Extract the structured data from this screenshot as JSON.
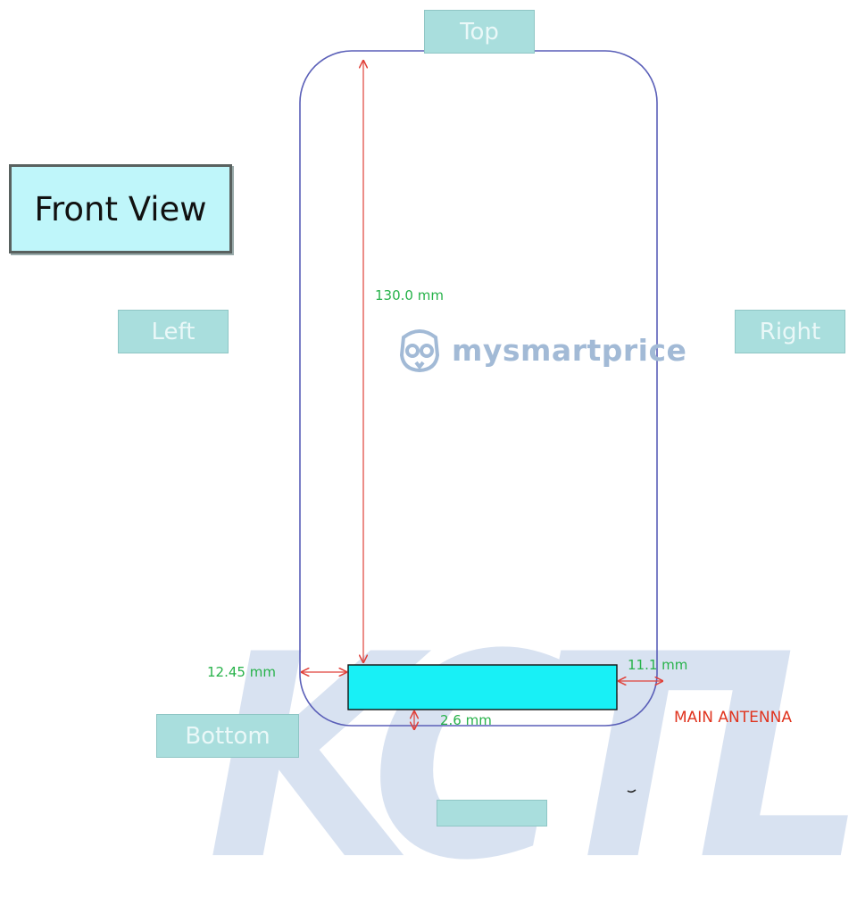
{
  "view_title": "Front View",
  "side_labels": {
    "top": "Top",
    "left": "Left",
    "right": "Right",
    "bottom": "Bottom"
  },
  "dimensions": {
    "height": "130.0 mm",
    "left_offset": "12.45 mm",
    "right_offset": "11.1 mm",
    "bottom_offset": "2.6 mm"
  },
  "antenna_label": "MAIN ANTENNA",
  "watermarks": {
    "brand": "mysmartprice",
    "lab": "KCTL"
  },
  "colors": {
    "outline": "#5a5fb8",
    "dimension_line": "#e0413a",
    "dimension_text": "#27b24a",
    "antenna_fill": "#18f0f6",
    "antenna_label": "#e0341f",
    "tag_fill": "#a9dedd"
  },
  "icons": {
    "brand_logo": "owl-icon"
  }
}
